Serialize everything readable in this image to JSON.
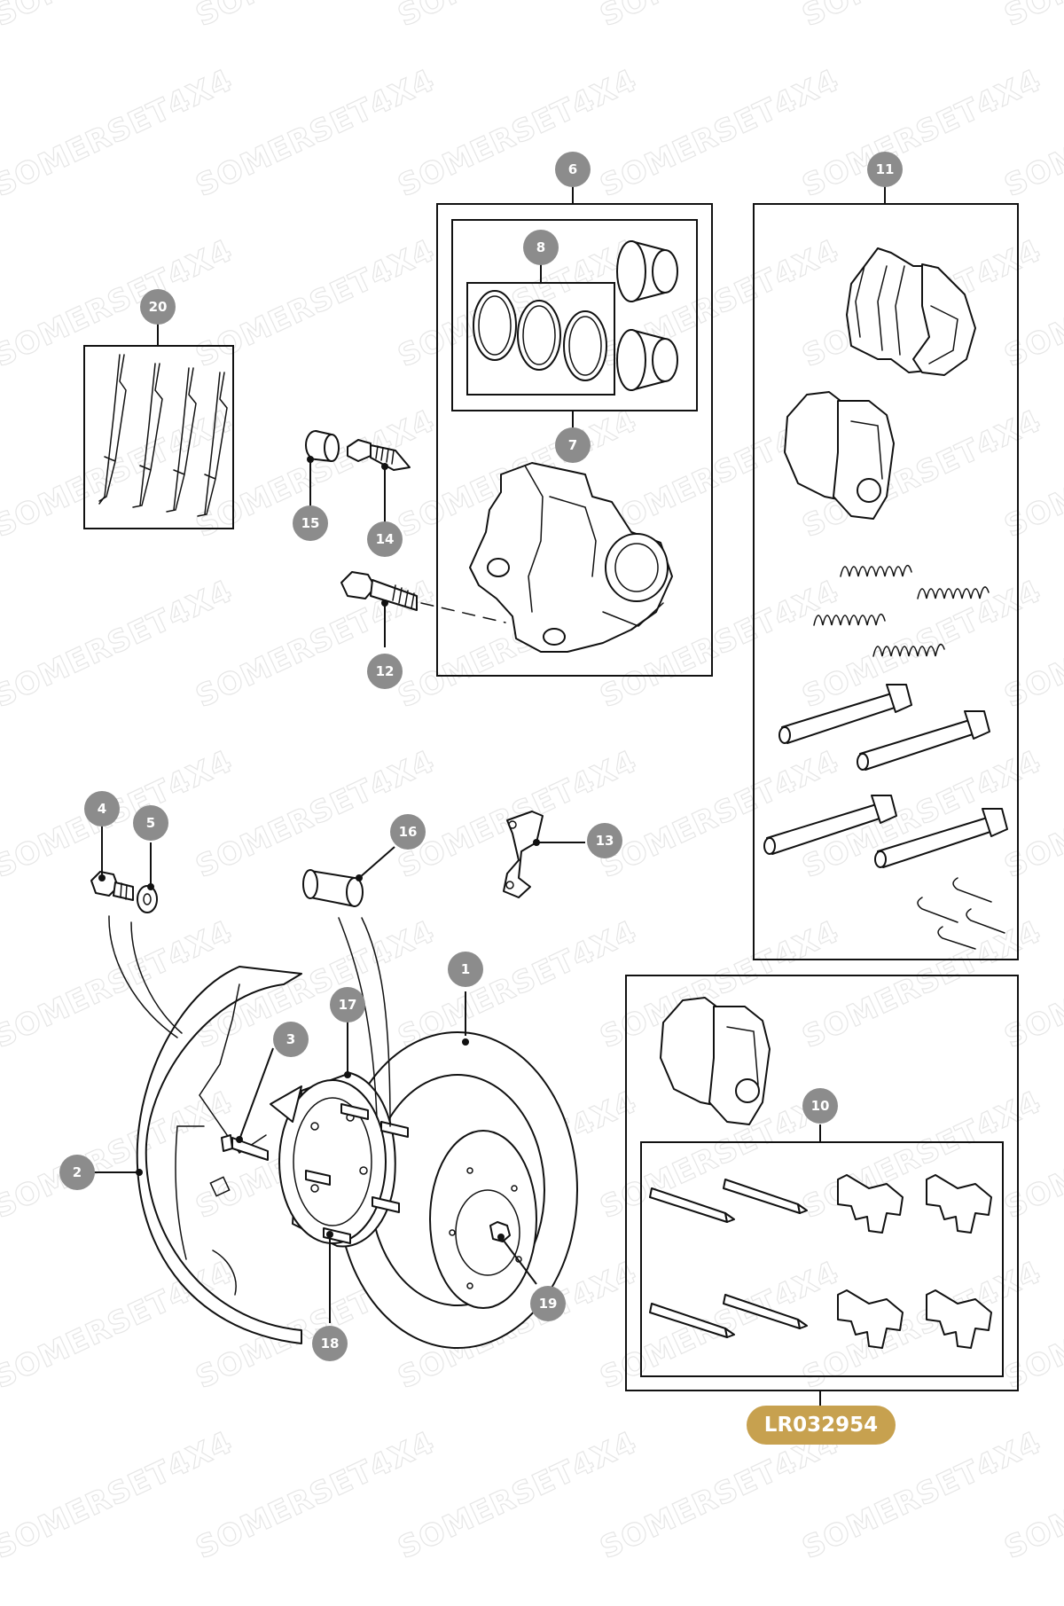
{
  "watermark": {
    "text": "SOMERSET4X4"
  },
  "callouts": [
    {
      "num": "1"
    },
    {
      "num": "2"
    },
    {
      "num": "3"
    },
    {
      "num": "4"
    },
    {
      "num": "5"
    },
    {
      "num": "6"
    },
    {
      "num": "7"
    },
    {
      "num": "8"
    },
    {
      "num": "10"
    },
    {
      "num": "11"
    },
    {
      "num": "12"
    },
    {
      "num": "13"
    },
    {
      "num": "14"
    },
    {
      "num": "15"
    },
    {
      "num": "16"
    },
    {
      "num": "17"
    },
    {
      "num": "18"
    },
    {
      "num": "19"
    },
    {
      "num": "20"
    }
  ],
  "part_number": {
    "label": "LR032954",
    "color": "#c7a14f"
  },
  "colors": {
    "callout_fill": "#8c8c8c",
    "line": "#111111",
    "watermark": "#e6e6e6"
  }
}
